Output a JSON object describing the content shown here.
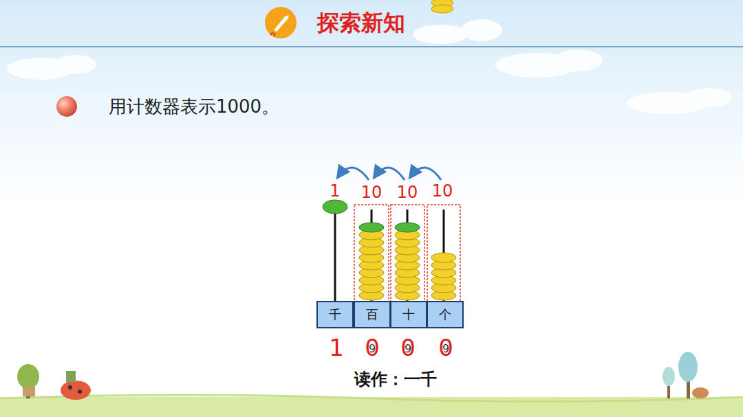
{
  "diagram": {
    "title": "探索新知",
    "nodes": [
      {
        "text": [
          "千"
        ]
      },
      {
        "text": [
          "百"
        ]
      },
      {
        "text": [
          "十"
        ]
      },
      {
        "text": [
          "个"
        ]
      }
    ],
    "labels": [
      "用计数器表示1000。",
      "1",
      "10",
      "10",
      "10",
      "1",
      "9",
      "0",
      "9",
      "0",
      "9",
      "0",
      "读作：一千"
    ]
  }
}
